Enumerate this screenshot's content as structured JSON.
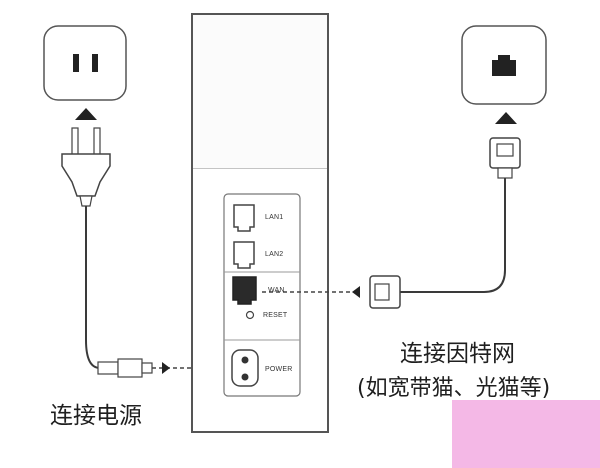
{
  "captions": {
    "connect_power": "连接电源",
    "connect_internet": "连接因特网",
    "connect_internet_note": "(如宽带猫、光猫等)"
  },
  "ports": {
    "lan1": "LAN1",
    "lan2": "LAN2",
    "wan": "WAN",
    "reset": "RESET",
    "power": "POWER"
  },
  "colors": {
    "line": "#3a3a3a",
    "panel_fill": "#ffffff",
    "highlight_patch": "#f4b8e6"
  }
}
